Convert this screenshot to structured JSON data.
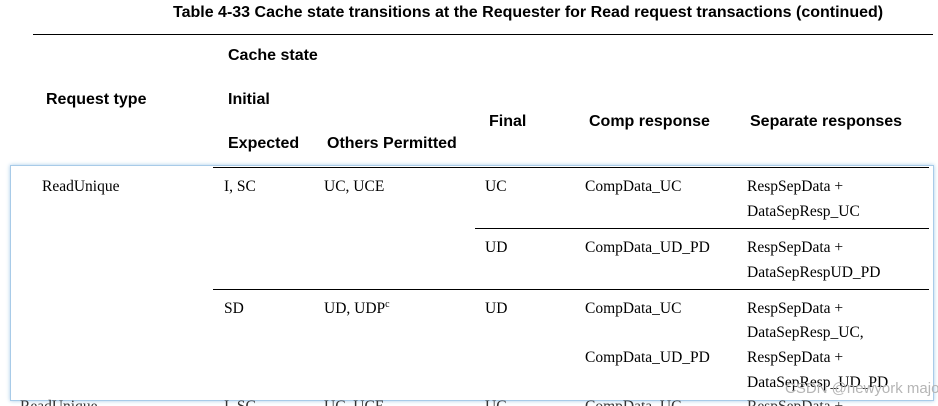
{
  "caption": "Table 4-33 Cache state transitions at the Requester for Read request transactions (continued)",
  "headers": {
    "cache_state": "Cache state",
    "request_type": "Request type",
    "initial": "Initial",
    "final": "Final",
    "comp_response": "Comp response",
    "separate_responses": "Separate responses",
    "expected": "Expected",
    "others_permitted": "Others Permitted"
  },
  "rows": {
    "request_type": "ReadUnique",
    "group1": {
      "expected": "I, SC",
      "others": "UC, UCE",
      "sub1": {
        "final": "UC",
        "comp": "CompData_UC",
        "sep_line1": "RespSepData +",
        "sep_line2": "DataSepResp_UC"
      },
      "sub2": {
        "final": "UD",
        "comp": "CompData_UD_PD",
        "sep_line1": "RespSepData +",
        "sep_line2": "DataSepRespUD_PD"
      }
    },
    "group2": {
      "expected": "SD",
      "others": "UD, UDP",
      "others_sup": "c",
      "final": "UD",
      "comp1": "CompData_UC",
      "comp2": "CompData_UD_PD",
      "sep_line1": "RespSepData +",
      "sep_line2": "DataSepResp_UC,",
      "sep_line3": "RespSepData +",
      "sep_line4": "DataSepResp_UD_PD"
    },
    "cut_off": {
      "col1": "ReadUnique",
      "col2": "I, SC",
      "col3": "UC, UCE",
      "col4": "UC",
      "col5": "CompData_UC",
      "col6": "RespSepData +"
    }
  },
  "watermark": "CSDN @newyork major"
}
